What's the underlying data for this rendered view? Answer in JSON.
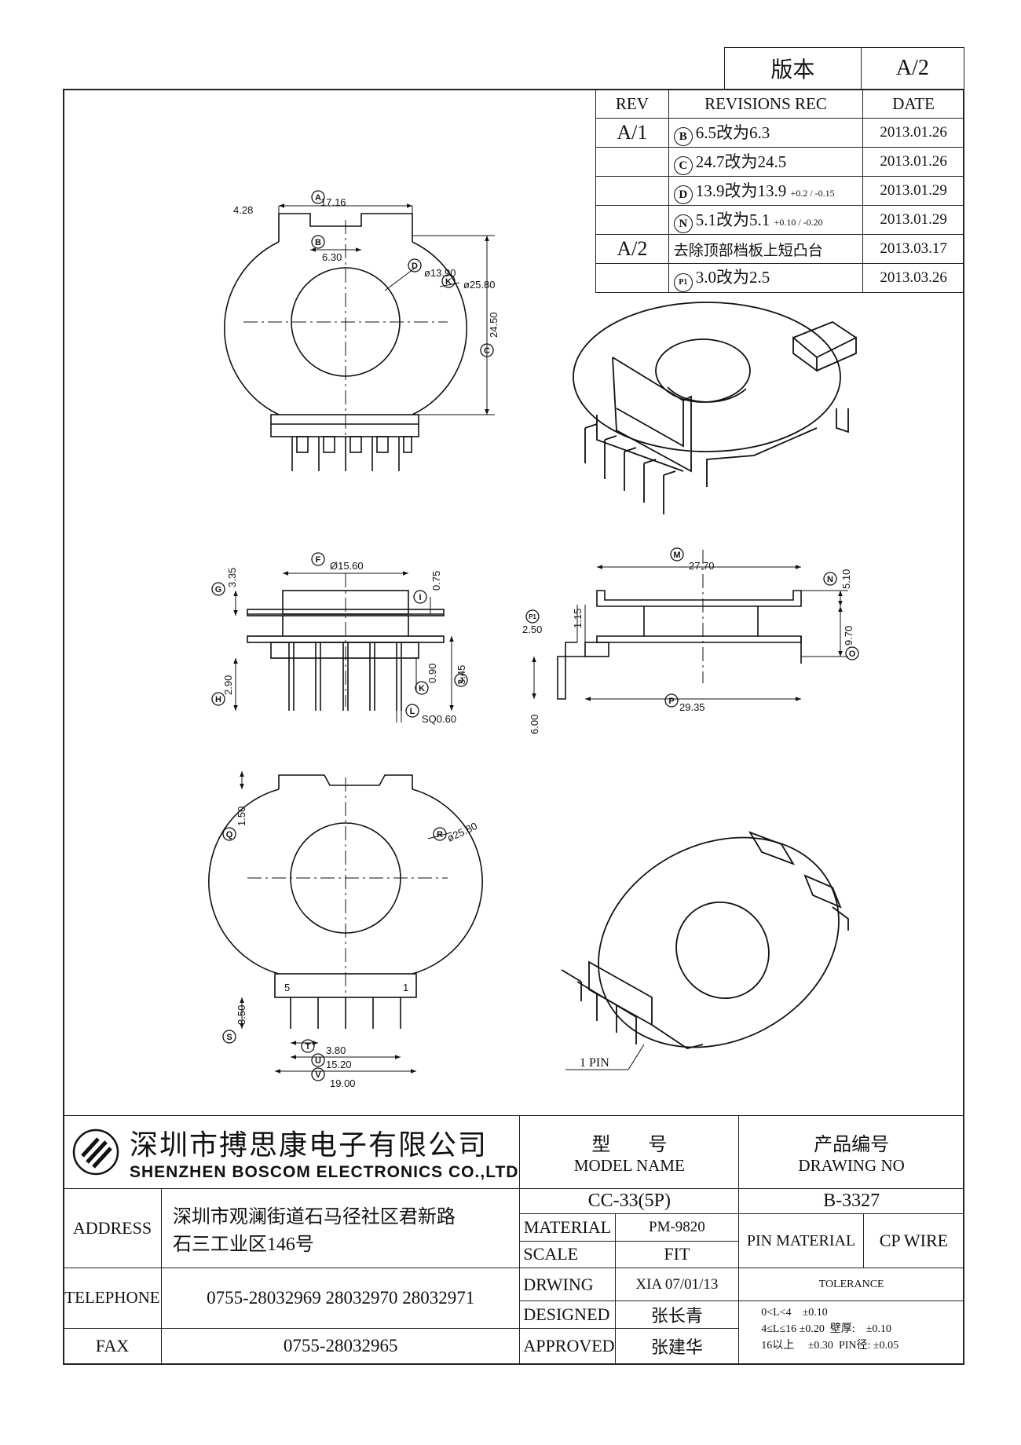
{
  "version_box": {
    "label": "版本",
    "value": "A/2"
  },
  "revisions": {
    "headers": [
      "REV",
      "REVISIONS REC",
      "DATE"
    ],
    "rows": [
      {
        "rev": "A/1",
        "tag": "B",
        "text": "6.5改为6.3",
        "tol": "",
        "date": "2013.01.26"
      },
      {
        "rev": "",
        "tag": "C",
        "text": "24.7改为24.5",
        "tol": "",
        "date": "2013.01.26"
      },
      {
        "rev": "",
        "tag": "D",
        "text": "13.9改为13.9",
        "tol": "+0.2 / -0.15",
        "date": "2013.01.29"
      },
      {
        "rev": "",
        "tag": "N",
        "text": "5.1改为5.1",
        "tol": "+0.10 / -0.20",
        "date": "2013.01.29"
      },
      {
        "rev": "A/2",
        "tag": "",
        "text": "去除顶部档板上短凸台",
        "tol": "",
        "date": "2013.03.17"
      },
      {
        "rev": "",
        "tag": "P1",
        "text": "3.0改为2.5",
        "tol": "",
        "date": "2013.03.26"
      }
    ]
  },
  "dimensions": {
    "top": {
      "d428": "4.28",
      "a": "17.16",
      "b": "6.30",
      "d": "ø13.90",
      "d_tol": "+0.2 / -0.15",
      "k": "ø25.80",
      "c": "24.50"
    },
    "front": {
      "g": "3.35",
      "f": "Ø15.60",
      "i": "0.75",
      "h": "2.90",
      "k": "0.90",
      "j": "3.45",
      "l": "SQ0.60"
    },
    "side": {
      "m": "27.70",
      "n": "5.10",
      "n_tol": "+0.10 / -0.20",
      "q": "9.70",
      "p1_a": "1.15",
      "p1_b": "2.50",
      "p": "29.35",
      "e600": "6.00"
    },
    "bottom": {
      "q": "1.50",
      "r": "ø25.80",
      "s": "3.50",
      "t": "3.80",
      "u": "15.20",
      "v": "19.00",
      "pin5": "5",
      "pin1": "1"
    },
    "pin_note": "1 PIN"
  },
  "labels": {
    "A": "A",
    "B": "B",
    "C": "C",
    "D": "D",
    "F": "F",
    "G": "G",
    "H": "H",
    "I": "I",
    "J": "J",
    "K": "K",
    "L": "L",
    "M": "M",
    "N": "N",
    "O": "O",
    "P": "P",
    "P1": "P1",
    "Q": "Q",
    "R": "R",
    "S": "S",
    "T": "T",
    "U": "U",
    "V": "V"
  },
  "title_block": {
    "company_cn": "深圳市搏思康电子有限公司",
    "company_en": "SHENZHEN BOSCOM ELECTRONICS CO.,LTD",
    "address_label": "ADDRESS",
    "address_line1": "深圳市观澜街道石马径社区君新路",
    "address_line2": "石三工业区146号",
    "telephone_label": "TELEPHONE",
    "telephone": "0755-28032969 28032970 28032971",
    "fax_label": "FAX",
    "fax": "0755-28032965",
    "model_label_cn": "型　　号",
    "model_label_en": "MODEL NAME",
    "model": "CC-33(5P)",
    "drawing_label_cn": "产品编号",
    "drawing_label_en": "DRAWING NO",
    "drawing_no": "B-3327",
    "material_label": "MATERIAL",
    "material": "PM-9820",
    "pin_material_label": "PIN MATERIAL",
    "pin_material": "CP WIRE",
    "scale_label": "SCALE",
    "scale": "FIT",
    "tolerance_label": "TOLERANCE",
    "drawing_by_label": "DRWING",
    "drawing_by": "XIA 07/01/13",
    "designed_label": "DESIGNED",
    "designed": "张长青",
    "approved_label": "APPROVED",
    "approved": "张建华",
    "tol1": "0<L<4　±0.10",
    "tol2": "4≤L≤16 ±0.20",
    "tol3": "16以上　 ±0.30",
    "wall": "壁厚:　±0.10",
    "pin_dia": "PIN径: ±0.05"
  }
}
